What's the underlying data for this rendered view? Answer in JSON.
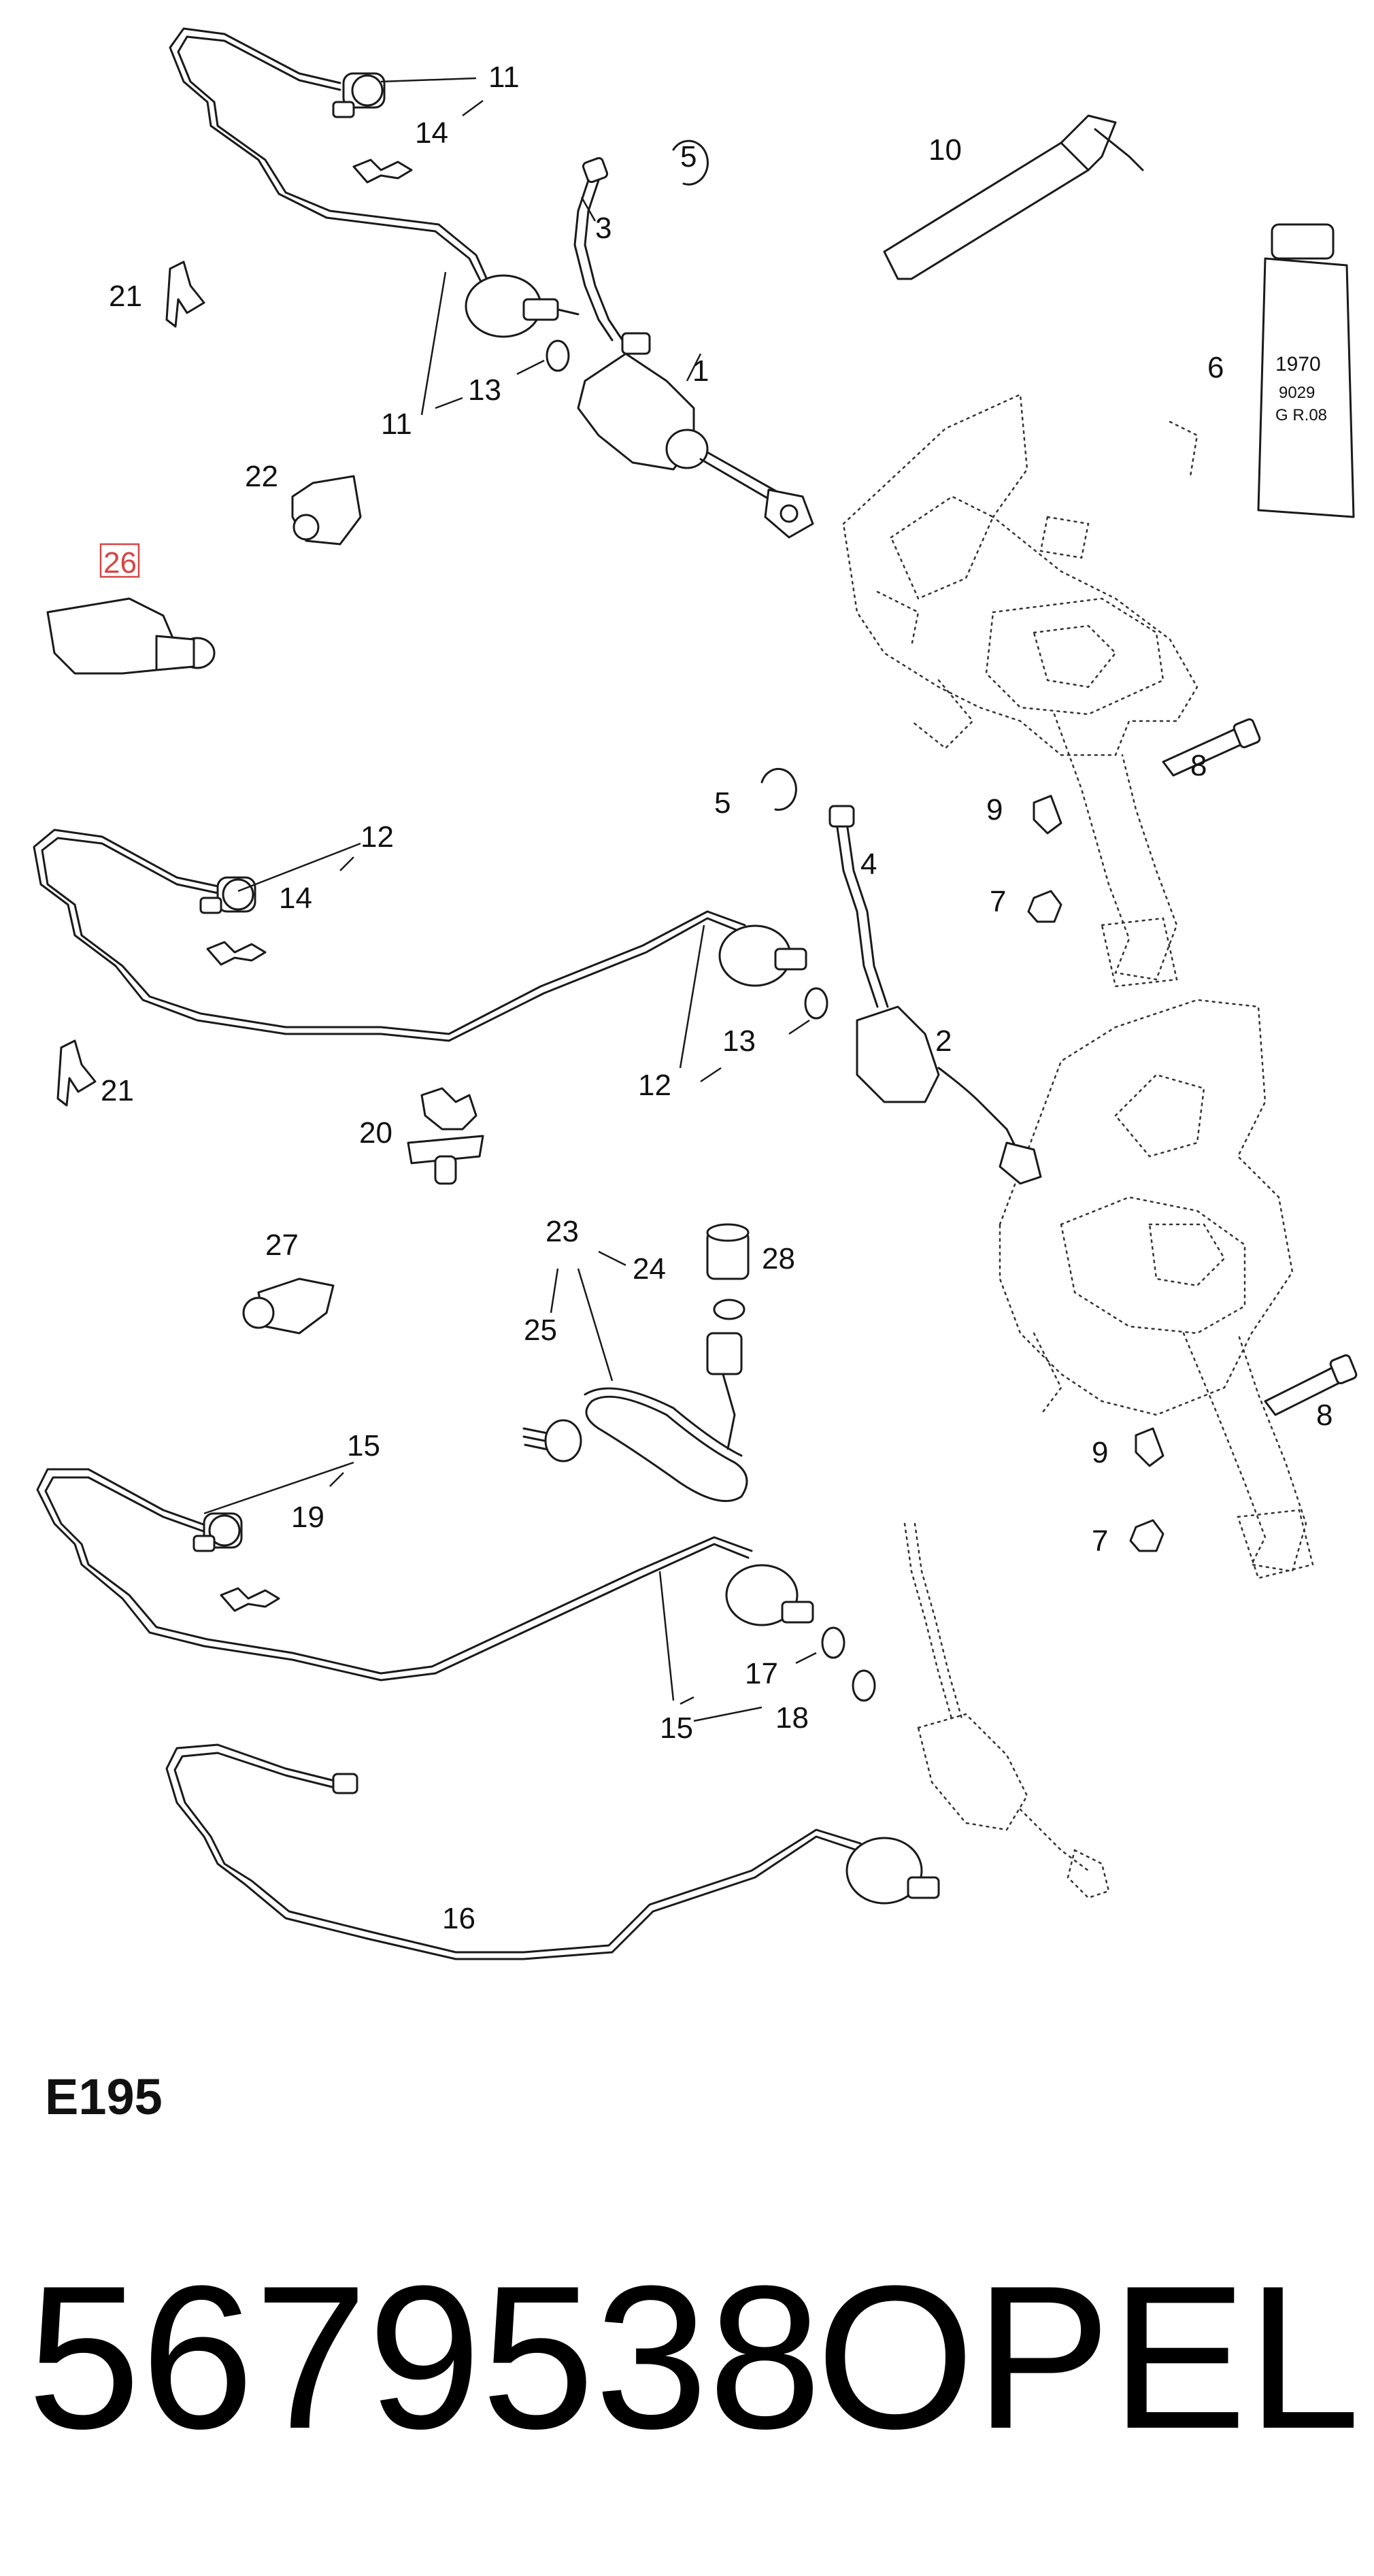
{
  "diagram": {
    "code": "E195",
    "part_number": "5679538",
    "brand": "OPEL",
    "highlighted_callout": "26",
    "highlight_color": "#d64545",
    "callouts": {
      "c11a": "11",
      "c14a": "14",
      "c5a": "5",
      "c10": "10",
      "c3": "3",
      "c21a": "21",
      "c1": "1",
      "c6": "6",
      "c13a": "13",
      "c11b": "11",
      "c22": "22",
      "c26": "26",
      "c8a": "8",
      "c5b": "5",
      "c9a": "9",
      "c12a": "12",
      "c14b": "14",
      "c4": "4",
      "c7a": "7",
      "c2": "2",
      "c13b": "13",
      "c12b": "12",
      "c21b": "21",
      "c20": "20",
      "c27": "27",
      "c23": "23",
      "c24": "24",
      "c28": "28",
      "c25": "25",
      "c8b": "8",
      "c15a": "15",
      "c9b": "9",
      "c19": "19",
      "c7b": "7",
      "c17": "17",
      "c15b": "15",
      "c18": "18",
      "c16": "16"
    },
    "tube_label": {
      "line1": "1970",
      "line2": "9029",
      "line3": "G R.08"
    }
  }
}
